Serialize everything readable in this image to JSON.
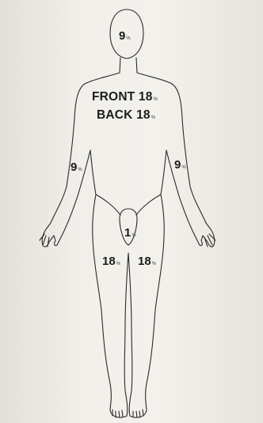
{
  "regions": {
    "head": {
      "num": "9",
      "pct": "%"
    },
    "front": {
      "num": "FRONT 18",
      "pct": "%"
    },
    "back": {
      "num": "BACK 18",
      "pct": "%"
    },
    "right_arm": {
      "num": "9",
      "pct": "%"
    },
    "left_arm": {
      "num": "9",
      "pct": "%"
    },
    "genitalia": {
      "num": "1",
      "pct": "%"
    },
    "right_leg": {
      "num": "18",
      "pct": "%"
    },
    "left_leg": {
      "num": "18",
      "pct": "%"
    }
  },
  "colors": {
    "paper": "#f1efea",
    "ink": "#1c1c1c"
  }
}
